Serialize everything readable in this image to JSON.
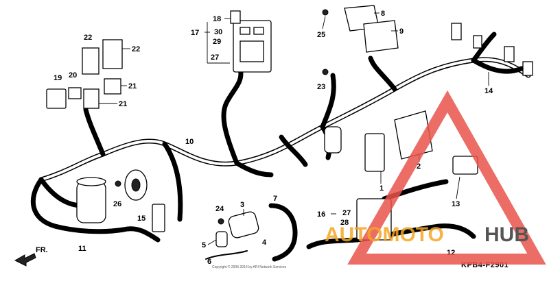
{
  "diagram": {
    "callouts": {
      "c1": "1",
      "c2": "2",
      "c3": "3",
      "c4": "4",
      "c5": "5",
      "c6": "6",
      "c7": "7",
      "c8": "8",
      "c9": "9",
      "c10": "10",
      "c11": "11",
      "c12": "12",
      "c13": "13",
      "c14": "14",
      "c15": "15",
      "c16": "16",
      "c17": "17",
      "c18": "18",
      "c19": "19",
      "c20": "20",
      "c21a": "21",
      "c21b": "21",
      "c22a": "22",
      "c22b": "22",
      "c23": "23",
      "c24": "24",
      "c25": "25",
      "c26": "26",
      "c27a": "27",
      "c27b": "27",
      "c28": "28",
      "c29": "29",
      "c30": "30"
    },
    "front_label": "FR.",
    "part_code": "KPB4-F2901",
    "copyright": "Copyright © 2006-2014 by ARI Network Services"
  },
  "watermark": {
    "text_left": "AUTOMOTO",
    "text_right": "HUB",
    "colors": {
      "triangle": "#e8534a",
      "auto": "#f5a623",
      "hub": "#555555"
    }
  }
}
